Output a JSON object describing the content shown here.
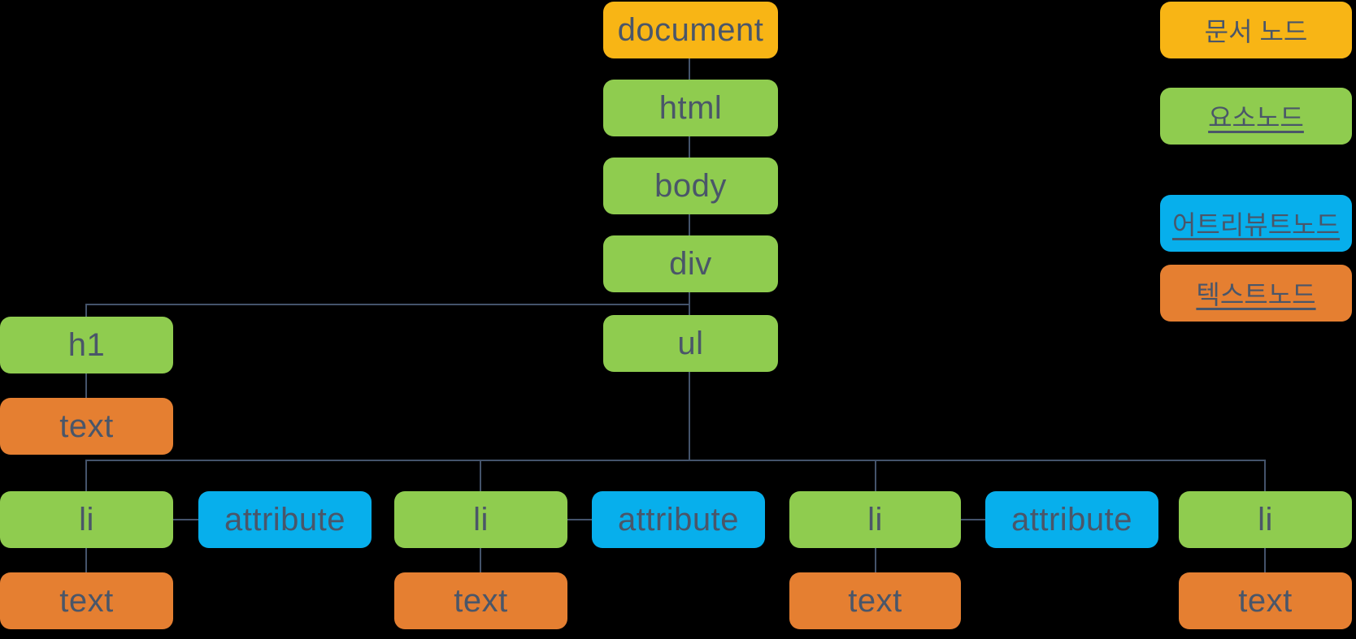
{
  "colors": {
    "document_node": "#F8B515",
    "element_node": "#8FCC4F",
    "attribute_node": "#07AFEC",
    "text_node": "#E57F31",
    "label_text": "#4A5669",
    "connector_line": "#44536B",
    "background": "#000000"
  },
  "nodes": {
    "document": {
      "label": "document",
      "type": "document-node"
    },
    "html": {
      "label": "html",
      "type": "element-node"
    },
    "body": {
      "label": "body",
      "type": "element-node"
    },
    "div": {
      "label": "div",
      "type": "element-node"
    },
    "ul": {
      "label": "ul",
      "type": "element-node"
    },
    "h1": {
      "label": "h1",
      "type": "element-node"
    },
    "h1_text": {
      "label": "text",
      "type": "text-node"
    },
    "li1": {
      "label": "li",
      "type": "element-node"
    },
    "attr1": {
      "label": "attribute",
      "type": "attribute-node"
    },
    "li2": {
      "label": "li",
      "type": "element-node"
    },
    "attr2": {
      "label": "attribute",
      "type": "attribute-node"
    },
    "li3": {
      "label": "li",
      "type": "element-node"
    },
    "attr3": {
      "label": "attribute",
      "type": "attribute-node"
    },
    "li4": {
      "label": "li",
      "type": "element-node"
    },
    "li1_text": {
      "label": "text",
      "type": "text-node"
    },
    "li2_text": {
      "label": "text",
      "type": "text-node"
    },
    "li3_text": {
      "label": "text",
      "type": "text-node"
    },
    "li4_text": {
      "label": "text",
      "type": "text-node"
    }
  },
  "legend": {
    "items": [
      {
        "label": "문서 노드",
        "type": "document-node",
        "underlined": false
      },
      {
        "label": "요소노드",
        "type": "element-node",
        "underlined": true
      },
      {
        "label": "어트리뷰트노드",
        "type": "attribute-node",
        "underlined": true
      },
      {
        "label": "텍스트노드",
        "type": "text-node",
        "underlined": true
      }
    ]
  }
}
